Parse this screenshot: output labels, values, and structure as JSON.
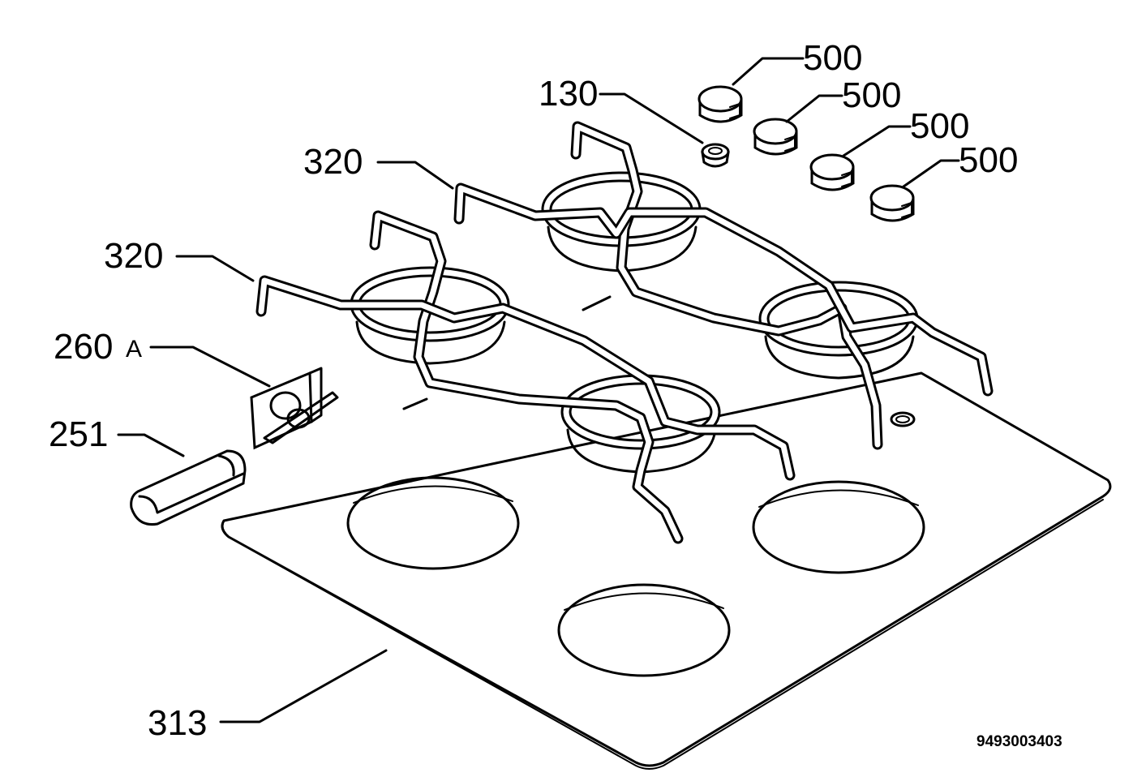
{
  "document_number": "9493003403",
  "callouts": {
    "knob_1": "500",
    "knob_2": "500",
    "knob_3": "500",
    "knob_4": "500",
    "button_cap": "130",
    "grid_rear": "320",
    "grid_front": "320",
    "bracket": "260",
    "bracket_suffix": "A",
    "clip": "251",
    "cooktop_plate": "313"
  }
}
